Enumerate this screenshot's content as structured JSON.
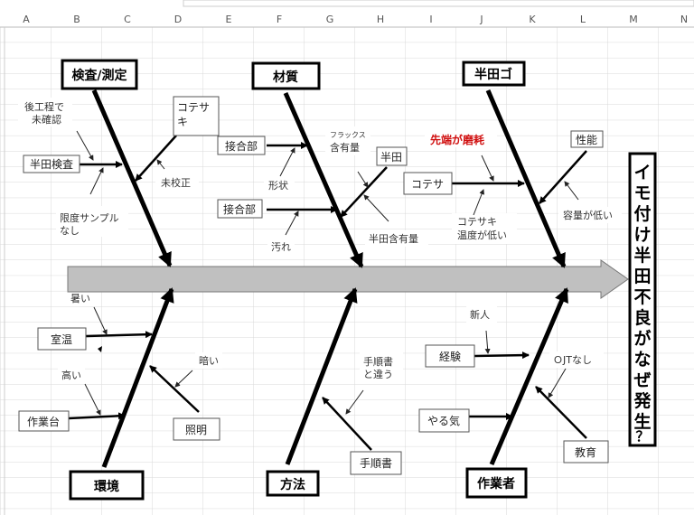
{
  "spreadsheet": {
    "columns": [
      "A",
      "B",
      "C",
      "D",
      "E",
      "F",
      "G",
      "H",
      "I",
      "J",
      "K",
      "L",
      "M",
      "N"
    ]
  },
  "diagram": {
    "result": [
      "イ",
      "モ",
      "付",
      "け",
      "半",
      "田",
      "不",
      "良",
      "が",
      "な",
      "ぜ",
      "発",
      "生",
      "？"
    ],
    "categories": {
      "inspection": "検査/測定",
      "material": "材質",
      "solder_iron": "半田ゴ",
      "environment": "環境",
      "method": "方法",
      "worker": "作業者"
    },
    "inspection": {
      "solder_inspection": "半田検査",
      "not_checked_later": [
        "後工程で",
        "未確認"
      ],
      "no_limit_sample": [
        "限度サンプル",
        "なし"
      ],
      "tip": [
        "コテサ",
        "キ"
      ],
      "uncalibrated": "未校正"
    },
    "material": {
      "joint1": "接合部",
      "shape": "形状",
      "joint2": "接合部",
      "dirt": "汚れ",
      "flux": [
        "フラックス",
        "含有量"
      ],
      "solder": "半田",
      "solder_content": "半田含有量"
    },
    "solder_iron": {
      "tip_worn": "先端が磨耗",
      "iron": "コテサ",
      "tip_temp_low": [
        "コテサキ",
        "温度が低い"
      ],
      "performance": "性能",
      "capacity_low": "容量が低い"
    },
    "environment": {
      "hot": "暑い",
      "room_temp": "室温",
      "high": "高い",
      "workbench": "作業台",
      "dark": "暗い",
      "lighting": "照明"
    },
    "method": {
      "differs_from_procedure": [
        "手順書",
        "と違う"
      ],
      "procedure": "手順書"
    },
    "worker": {
      "newcomer": "新人",
      "experience": "経験",
      "no_ojt": "ＯJTなし",
      "motivation": "やる気",
      "education": "教育"
    },
    "colors": {
      "spine": "#c0c0c0",
      "warning": "#d01010",
      "grid": "#d9d9d9"
    }
  }
}
